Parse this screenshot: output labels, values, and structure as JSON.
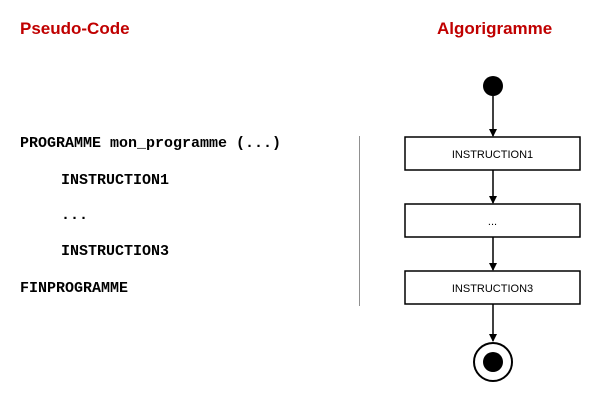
{
  "headings": {
    "pseudo_code": "Pseudo-Code",
    "algorigramme": "Algorigramme"
  },
  "pseudo_code_lines": [
    "PROGRAMME mon_programme (...)",
    "INSTRUCTION1",
    "...",
    "INSTRUCTION3",
    "FINPROGRAMME"
  ],
  "flowchart": {
    "boxes": [
      "INSTRUCTION1",
      "...",
      "INSTRUCTION3"
    ]
  },
  "colors": {
    "heading": "#c00000",
    "text": "#000000",
    "divider": "#909090"
  }
}
